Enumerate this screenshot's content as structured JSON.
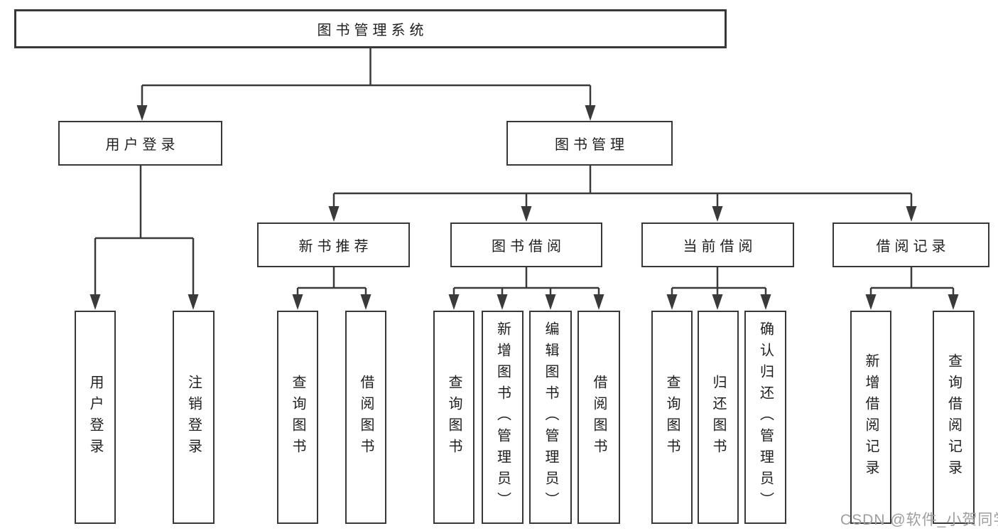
{
  "diagram_title": "图书管理系统",
  "nodes": {
    "root": "图书管理系统",
    "user_login": "用户登录",
    "book_mgmt": "图书管理",
    "new_book_rec": "新书推荐",
    "book_borrow": "图书借阅",
    "current_borrow": "当前借阅",
    "borrow_records": "借阅记录",
    "leaf_user_login": "用户登录",
    "leaf_logout": "注销登录",
    "rec_query_books": "查询图书",
    "rec_borrow_books": "借阅图书",
    "bb_query_books": "查询图书",
    "bb_add_books": "新增图书（管理员）",
    "bb_edit_books": "编辑图书（管理员）",
    "bb_borrow_books": "借阅图书",
    "cb_query_books": "查询图书",
    "cb_return_books": "归还图书",
    "cb_confirm_return": "确认归还（管理员）",
    "br_add_record": "新增借阅记录",
    "br_query_record": "查询借阅记录"
  },
  "colors": {
    "line": "#3a3a3a",
    "border": "#383838",
    "text": "#1f1f1f",
    "watermark": "#9e9e9e"
  },
  "watermark": "CSDN @软件_小贺同学"
}
